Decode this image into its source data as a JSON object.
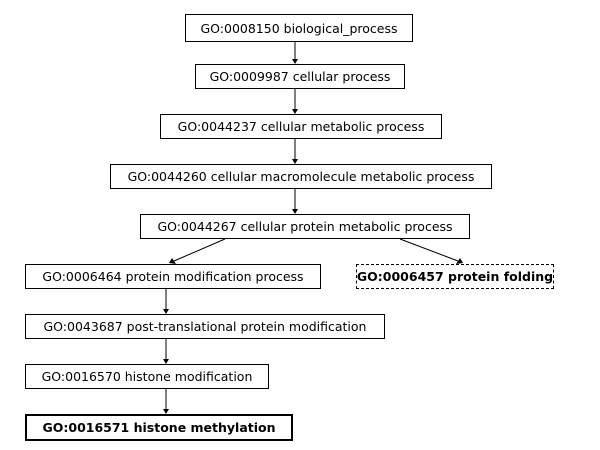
{
  "nodes": [
    {
      "id": "n1",
      "label": "GO:0008150 biological_process"
    },
    {
      "id": "n2",
      "label": "GO:0009987 cellular process"
    },
    {
      "id": "n3",
      "label": "GO:0044237 cellular metabolic process"
    },
    {
      "id": "n4",
      "label": "GO:0044260 cellular macromolecule metabolic process"
    },
    {
      "id": "n5",
      "label": "GO:0044267 cellular protein metabolic process"
    },
    {
      "id": "n6",
      "label": "GO:0006464 protein modification process"
    },
    {
      "id": "n7",
      "label": "GO:0006457 protein folding"
    },
    {
      "id": "n8",
      "label": "GO:0043687 post-translational protein modification"
    },
    {
      "id": "n9",
      "label": "GO:0016570 histone modification"
    },
    {
      "id": "n10",
      "label": "GO:0016571 histone methylation"
    }
  ],
  "edges": [
    {
      "from": "GO:0008150",
      "to": "GO:0009987"
    },
    {
      "from": "GO:0009987",
      "to": "GO:0044237"
    },
    {
      "from": "GO:0044237",
      "to": "GO:0044260"
    },
    {
      "from": "GO:0044260",
      "to": "GO:0044267"
    },
    {
      "from": "GO:0044267",
      "to": "GO:0006464"
    },
    {
      "from": "GO:0044267",
      "to": "GO:0006457"
    },
    {
      "from": "GO:0006464",
      "to": "GO:0043687"
    },
    {
      "from": "GO:0043687",
      "to": "GO:0016570"
    },
    {
      "from": "GO:0016570",
      "to": "GO:0016571"
    }
  ]
}
